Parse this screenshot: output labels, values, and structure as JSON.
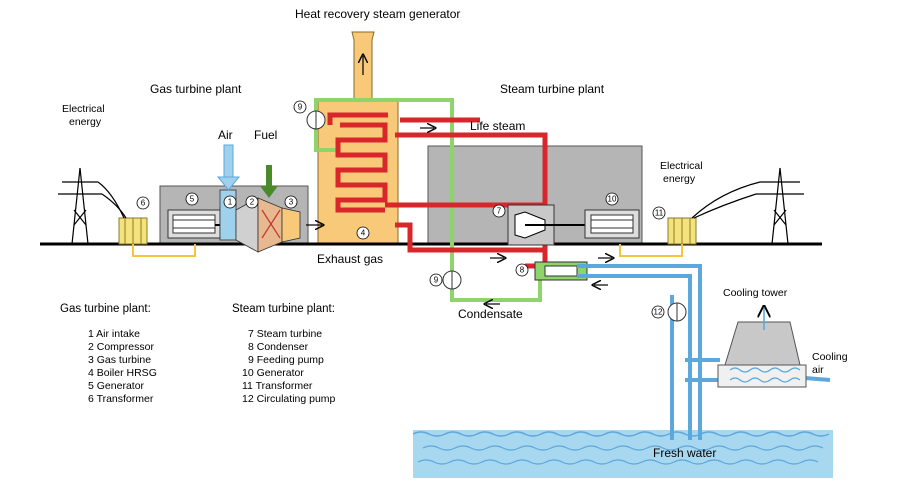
{
  "labels": {
    "hrsg": "Heat recovery steam generator",
    "gas_plant": "Gas turbine plant",
    "steam_plant": "Steam turbine plant",
    "electrical_left_1": "Electrical",
    "electrical_left_2": "energy",
    "electrical_right_1": "Electrical",
    "electrical_right_2": "energy",
    "air": "Air",
    "fuel": "Fuel",
    "life_steam": "Life steam",
    "exhaust_gas": "Exhaust gas",
    "condensate": "Condensate",
    "cooling_tower": "Cooling tower",
    "cooling_air_1": "Cooling",
    "cooling_air_2": "air",
    "fresh_water": "Fresh water"
  },
  "markers": {
    "m1": "1",
    "m2": "2",
    "m3": "3",
    "m4": "4",
    "m5": "5",
    "m6": "6",
    "m7": "7",
    "m8": "8",
    "m9a": "9",
    "m9b": "9",
    "m10": "10",
    "m11": "11",
    "m12": "12"
  },
  "legend_gas": {
    "title": "Gas turbine plant:",
    "items": [
      "1  Air intake",
      "2  Compressor",
      "3  Gas turbine",
      "4  Boiler HRSG",
      "5  Generator",
      "6  Transformer"
    ]
  },
  "legend_steam": {
    "title": "Steam turbine plant:",
    "items": [
      "7  Steam turbine",
      "8  Condenser",
      "9  Feeding pump",
      "10  Generator",
      "11  Transformer",
      "12  Circulating pump"
    ]
  },
  "colors": {
    "steam": "#d9262b",
    "condensate": "#8ed46a",
    "water": "#5ba8dc",
    "hrsg": "#f8c978",
    "building": "#b5b5b5",
    "ground": "#000000"
  }
}
